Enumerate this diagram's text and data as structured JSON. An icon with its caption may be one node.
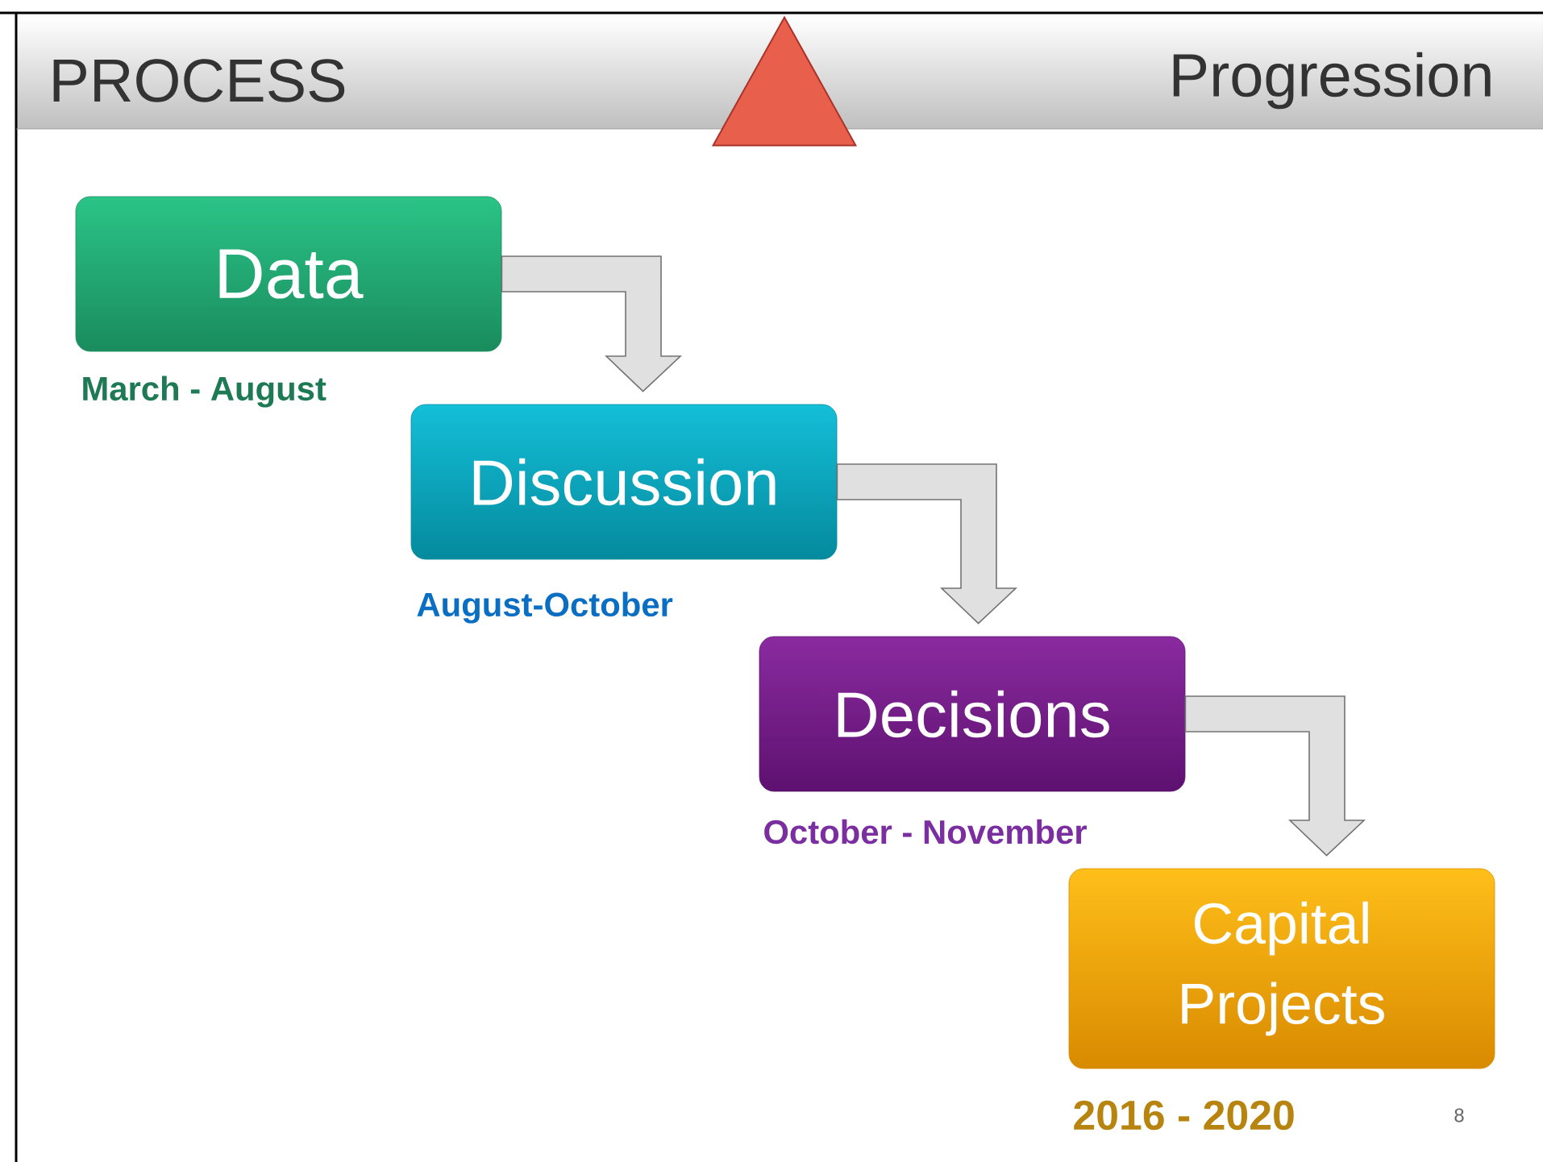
{
  "diagram": {
    "nodes": [
      {
        "text": [
          "Data"
        ],
        "beside": [
          "March - August"
        ]
      },
      {
        "text": [
          "Discussion"
        ],
        "beside": [
          "August-October"
        ]
      },
      {
        "text": [
          "Decisions"
        ],
        "beside": [
          "October - November"
        ]
      },
      {
        "text": [
          "Capital Projects"
        ],
        "beside": [
          "2016 - 2020"
        ]
      },
      {
        "text": [],
        "shape": "triangle"
      }
    ],
    "edges": [
      {
        "from": 0,
        "to": 1,
        "arrow": "to"
      },
      {
        "from": 1,
        "to": 2,
        "arrow": "to"
      },
      {
        "from": 2,
        "to": 3,
        "arrow": "to"
      }
    ],
    "labels": [
      "PROCESS",
      "Progression",
      "8"
    ]
  }
}
